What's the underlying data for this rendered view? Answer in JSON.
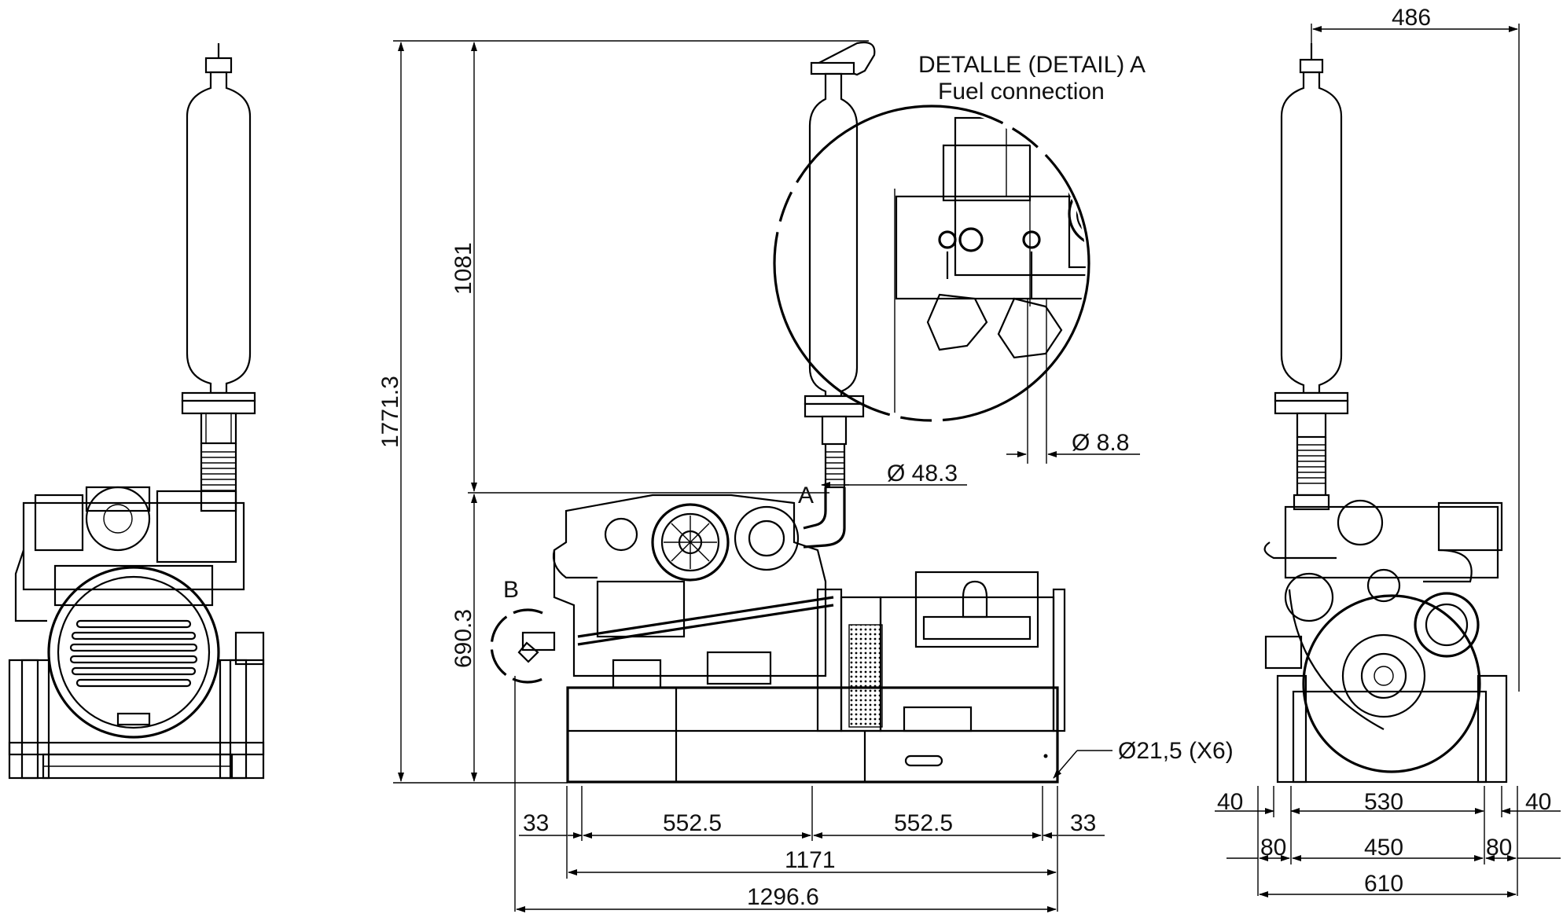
{
  "detail_a": {
    "title": "DETALLE (DETAIL) A",
    "subtitle": "Fuel connection",
    "dim_fuel": "Ø  8.8"
  },
  "markers": {
    "a": "A",
    "b": "B"
  },
  "side_view": {
    "dim_total_height": "1771.3",
    "dim_upper_height": "1081",
    "dim_lower_height": "690.3",
    "dim_exhaust_diameter": "Ø  48.3",
    "dim_holes": "Ø21,5 (X6)",
    "dim_left_offset": "33",
    "dim_span_1": "552.5",
    "dim_span_2": "552.5",
    "dim_right_offset": "33",
    "dim_base_length": "1171",
    "dim_overall_length": "1296.6"
  },
  "rear_view": {
    "dim_exhaust_offset": "486",
    "dim_left_40": "40",
    "dim_530": "530",
    "dim_right_40": "40",
    "dim_left_80": "80",
    "dim_450": "450",
    "dim_right_80": "80",
    "dim_610": "610"
  }
}
